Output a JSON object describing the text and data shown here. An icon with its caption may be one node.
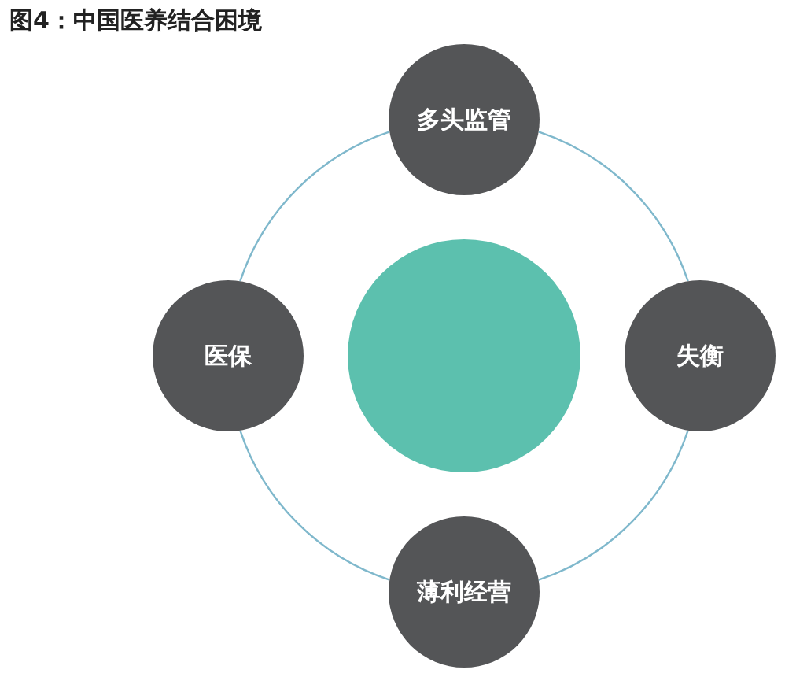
{
  "diagram": {
    "title": "图4：中国医养结合困境",
    "nodes": [
      {
        "text": [
          "多头监管"
        ]
      },
      {
        "text": [
          "医保"
        ]
      },
      {
        "text": [],
        "shape": "circle"
      },
      {
        "text": [
          "失衡"
        ]
      },
      {
        "text": [
          "薄利经营"
        ]
      }
    ],
    "edges": [
      {
        "from": 0,
        "to": 3,
        "arrow": "none"
      },
      {
        "from": 3,
        "to": 4,
        "arrow": "none"
      },
      {
        "from": 4,
        "to": 1,
        "arrow": "none"
      },
      {
        "from": 1,
        "to": 0,
        "arrow": "none"
      }
    ]
  }
}
